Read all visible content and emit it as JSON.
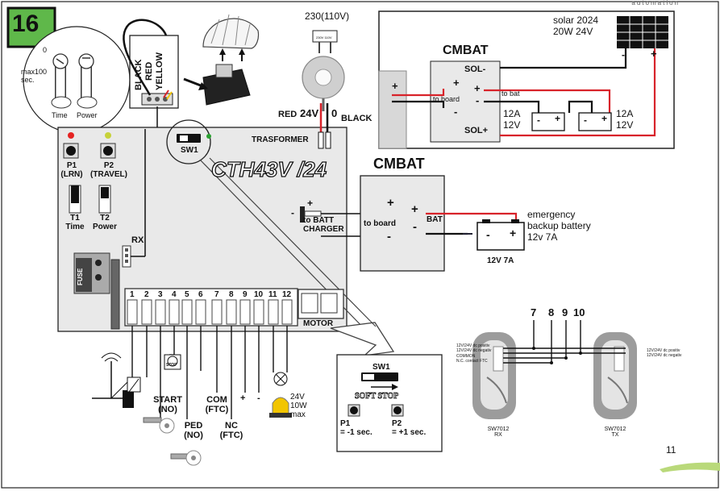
{
  "header": {
    "brand": "automation",
    "page_badge": "16",
    "page_number": "11"
  },
  "trimmers": {
    "max_note": "max100 sec.",
    "zero": "0",
    "time": "Time",
    "power": "Power"
  },
  "antenna_wires": {
    "black": "BLACK",
    "red": "RED",
    "yellow": "YELLOW"
  },
  "transformer": {
    "mains": "230(110V)",
    "red": "RED",
    "v24": "24V",
    "zero": "0",
    "black": "BLACK",
    "label": "TRASFORMER"
  },
  "board": {
    "title": "CTH43V /24",
    "sw1": "SW1",
    "p1": "P1\n(LRN)",
    "p2": "P2\n(TRAVEL)",
    "t1": "T1\nTime",
    "t2": "T2\nPower",
    "rx": "RX",
    "fuse": "FUSE",
    "charger_minus": "-",
    "charger_plus": "+",
    "charger": "to BATT\nCHARGER",
    "motor": "MOTOR",
    "terminals": [
      "1",
      "2",
      "3",
      "4",
      "5",
      "6",
      "7",
      "8",
      "9",
      "10",
      "11",
      "12"
    ]
  },
  "solar_panel_box": {
    "solar": "solar 2024\n20W 24V",
    "cmbat": "CMBAT",
    "sol_minus": "SOL-",
    "sol_plus": "SOL+",
    "to_board": "to board",
    "to_bat": "to bat",
    "plus": "+",
    "minus": "-",
    "bat1": "12A\n12V",
    "bat2": "12A\n12V",
    "solar_minus": "-",
    "solar_plus": "+"
  },
  "cmbat_box": {
    "title": "CMBAT",
    "to_board": "to board",
    "bat": "BAT",
    "plus": "+",
    "minus": "-",
    "emergency": "emergency\nbackup battery\n12v 7A",
    "battery_label": "12V  7A"
  },
  "terminal_labels": {
    "start": "START\n(NO)",
    "ped": "PED\n(NO)",
    "com": "COM\n(FTC)",
    "nc": "NC\n(FTC)",
    "plus": "+",
    "minus": "-",
    "lamp": "24V\n10W\nmax",
    "stop": "STOP"
  },
  "sw1_detail": {
    "title": "SW1",
    "soft_stop": "SOFT STOP",
    "p1": "P1\n= -1 sec.",
    "p2": "P2\n= +1 sec."
  },
  "photocells": {
    "numbers": [
      "7",
      "8",
      "9",
      "10"
    ],
    "rx_lines": [
      "12V/24V dc positiv",
      "12V/24V dc negativ",
      "COMMON",
      "N.C. contact FTC"
    ],
    "tx_lines": [
      "12V/24V dc positiv",
      "12V/24V dc negativ"
    ],
    "rx_model": "SW7012\nRX",
    "tx_model": "SW7012\nTX"
  },
  "colors": {
    "badge_green": "#5fb84a",
    "board_gray": "#e9e9e9",
    "wire_red": "#d8232a",
    "wire_black": "#111111",
    "footer_green": "#b9d97a"
  }
}
